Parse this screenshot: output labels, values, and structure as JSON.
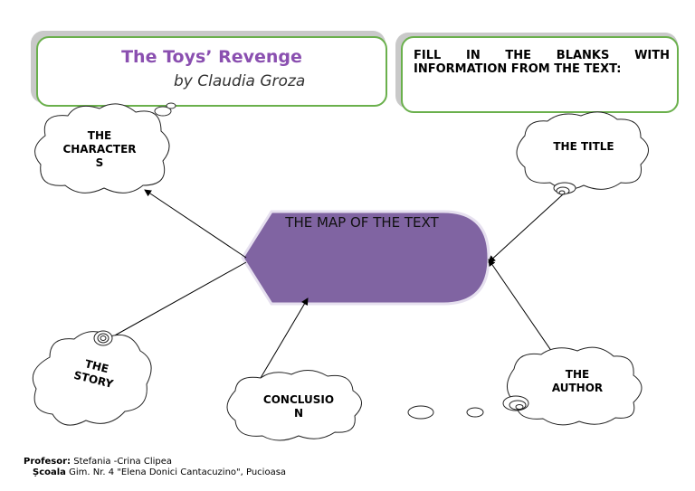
{
  "header": {
    "title": "The Toys’ Revenge",
    "author": "by Claudia Groza"
  },
  "instruction": "FILL IN THE BLANKS WITH INFORMATION FROM THE TEXT:",
  "center": "THE MAP OF THE TEXT",
  "nodes": {
    "characters_line1": "THE",
    "characters_line2": "CHARACTER",
    "characters_line3": "S",
    "title": "THE TITLE",
    "story_line1": "THE",
    "story_line2": "STORY",
    "conclusion_line1": "CONCLUSIO",
    "conclusion_line2": "N",
    "author_line1": "THE",
    "author_line2": "AUTHOR"
  },
  "footer": {
    "teacher_label": "Profesor:",
    "teacher": "Stefania -Crina Clipea",
    "school_label": "Școala",
    "school": "Gim. Nr. 4 \"Elena Donici Cantacuzino\", Pucioasa"
  },
  "colors": {
    "center_fill": "#8064a2",
    "box_border": "#6ab04c",
    "title_color": "#8a4fb0"
  }
}
